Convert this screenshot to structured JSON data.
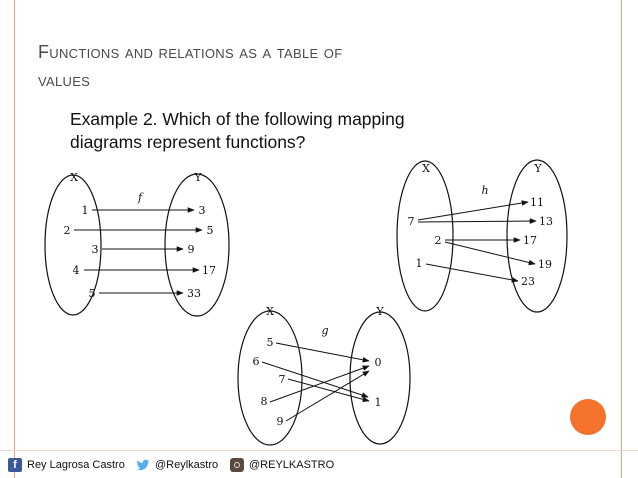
{
  "slide": {
    "title_line1": "Functions and relations as a table of",
    "title_line2": "values",
    "question_line1": "Example 2. Which of the following mapping",
    "question_line2": "diagrams represent functions?"
  },
  "diagrams": {
    "f": {
      "name": "f",
      "x_label": "X",
      "y_label": "Y",
      "domain": [
        "1",
        "2",
        "3",
        "4",
        "5"
      ],
      "range": [
        "3",
        "5",
        "9",
        "17",
        "33"
      ],
      "mapping": [
        [
          "1",
          "3"
        ],
        [
          "2",
          "5"
        ],
        [
          "3",
          "9"
        ],
        [
          "4",
          "17"
        ],
        [
          "5",
          "33"
        ]
      ]
    },
    "h": {
      "name": "h",
      "x_label": "X",
      "y_label": "Y",
      "domain": [
        "7",
        "2",
        "1"
      ],
      "range": [
        "11",
        "13",
        "17",
        "19",
        "23"
      ],
      "mapping": [
        [
          "7",
          "11"
        ],
        [
          "7",
          "13"
        ],
        [
          "2",
          "17"
        ],
        [
          "2",
          "19"
        ],
        [
          "1",
          "23"
        ]
      ]
    },
    "g": {
      "name": "g",
      "x_label": "X",
      "y_label": "Y",
      "domain": [
        "5",
        "6",
        "7",
        "8",
        "9"
      ],
      "range": [
        "0",
        "1"
      ],
      "mapping": [
        [
          "5",
          "0"
        ],
        [
          "6",
          "1"
        ],
        [
          "7",
          "1"
        ],
        [
          "8",
          "0"
        ],
        [
          "9",
          "0"
        ]
      ]
    }
  },
  "footer": {
    "facebook": "Rey Lagrosa Castro",
    "twitter": "@Reylkastro",
    "instagram": "@REYLKASTRO"
  },
  "colors": {
    "accent_rule": "#e8a58c",
    "accent_dot": "#f4722b",
    "facebook": "#3b5998",
    "twitter": "#55acee"
  }
}
